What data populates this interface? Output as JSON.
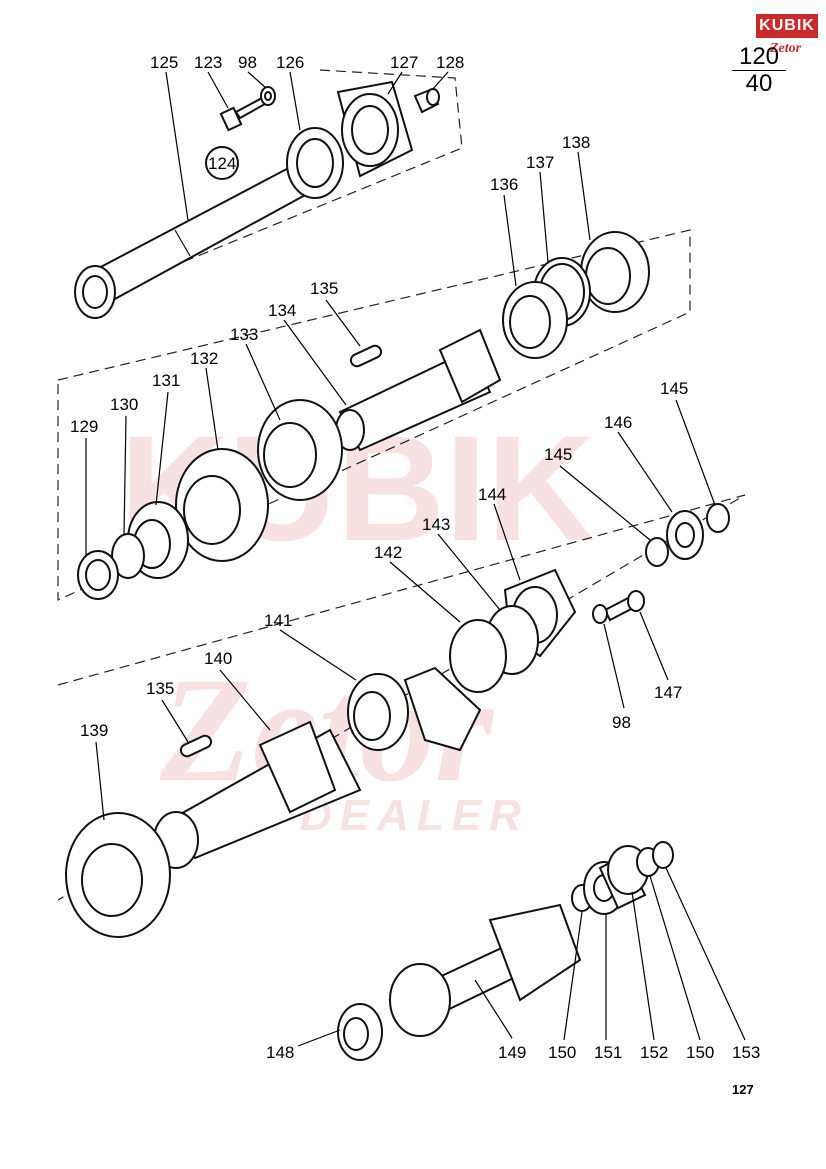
{
  "logo": {
    "brand": "KUBIK",
    "sub": "Zetor"
  },
  "watermark": {
    "brand": "KUBIK",
    "sub": "Zetor",
    "tag": "DEALER"
  },
  "page_ref": {
    "numerator": "120",
    "denominator": "40"
  },
  "page_number": "127",
  "callouts": [
    {
      "id": "125",
      "text": "125"
    },
    {
      "id": "123",
      "text": "123"
    },
    {
      "id": "98a",
      "text": "98"
    },
    {
      "id": "126",
      "text": "126"
    },
    {
      "id": "127",
      "text": "127"
    },
    {
      "id": "128",
      "text": "128"
    },
    {
      "id": "124",
      "text": "124"
    },
    {
      "id": "138",
      "text": "138"
    },
    {
      "id": "137",
      "text": "137"
    },
    {
      "id": "136",
      "text": "136"
    },
    {
      "id": "135a",
      "text": "135"
    },
    {
      "id": "134",
      "text": "134"
    },
    {
      "id": "133",
      "text": "133"
    },
    {
      "id": "132",
      "text": "132"
    },
    {
      "id": "131",
      "text": "131"
    },
    {
      "id": "130",
      "text": "130"
    },
    {
      "id": "129",
      "text": "129"
    },
    {
      "id": "145a",
      "text": "145"
    },
    {
      "id": "146",
      "text": "146"
    },
    {
      "id": "145b",
      "text": "145"
    },
    {
      "id": "144",
      "text": "144"
    },
    {
      "id": "143",
      "text": "143"
    },
    {
      "id": "142",
      "text": "142"
    },
    {
      "id": "141",
      "text": "141"
    },
    {
      "id": "140",
      "text": "140"
    },
    {
      "id": "135b",
      "text": "135"
    },
    {
      "id": "139",
      "text": "139"
    },
    {
      "id": "147",
      "text": "147"
    },
    {
      "id": "98b",
      "text": "98"
    },
    {
      "id": "148",
      "text": "148"
    },
    {
      "id": "149",
      "text": "149"
    },
    {
      "id": "150a",
      "text": "150"
    },
    {
      "id": "151",
      "text": "151"
    },
    {
      "id": "152",
      "text": "152"
    },
    {
      "id": "150b",
      "text": "150"
    },
    {
      "id": "153",
      "text": "153"
    }
  ]
}
